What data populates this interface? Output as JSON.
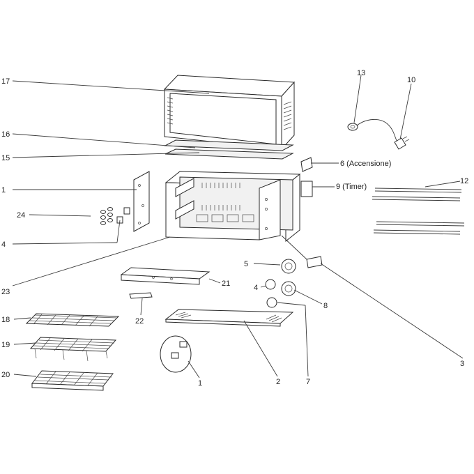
{
  "callouts": [
    {
      "id": "c17",
      "text": "17"
    },
    {
      "id": "c16",
      "text": "16"
    },
    {
      "id": "c15",
      "text": "15"
    },
    {
      "id": "c1a",
      "text": "1"
    },
    {
      "id": "c24",
      "text": "24"
    },
    {
      "id": "c4a",
      "text": "4"
    },
    {
      "id": "c23",
      "text": "23"
    },
    {
      "id": "c18",
      "text": "18"
    },
    {
      "id": "c19",
      "text": "19"
    },
    {
      "id": "c20",
      "text": "20"
    },
    {
      "id": "c13",
      "text": "13"
    },
    {
      "id": "c10",
      "text": "10"
    },
    {
      "id": "c6",
      "text": "6 (Accensione)"
    },
    {
      "id": "c9",
      "text": "9 (Timer)"
    },
    {
      "id": "c12",
      "text": "12"
    },
    {
      "id": "c5",
      "text": "5"
    },
    {
      "id": "c4b",
      "text": "4"
    },
    {
      "id": "c21",
      "text": "21"
    },
    {
      "id": "c8",
      "text": "8"
    },
    {
      "id": "c22",
      "text": "22"
    },
    {
      "id": "c3",
      "text": "3"
    },
    {
      "id": "c1b",
      "text": "1"
    },
    {
      "id": "c2",
      "text": "2"
    },
    {
      "id": "c7",
      "text": "7"
    }
  ]
}
